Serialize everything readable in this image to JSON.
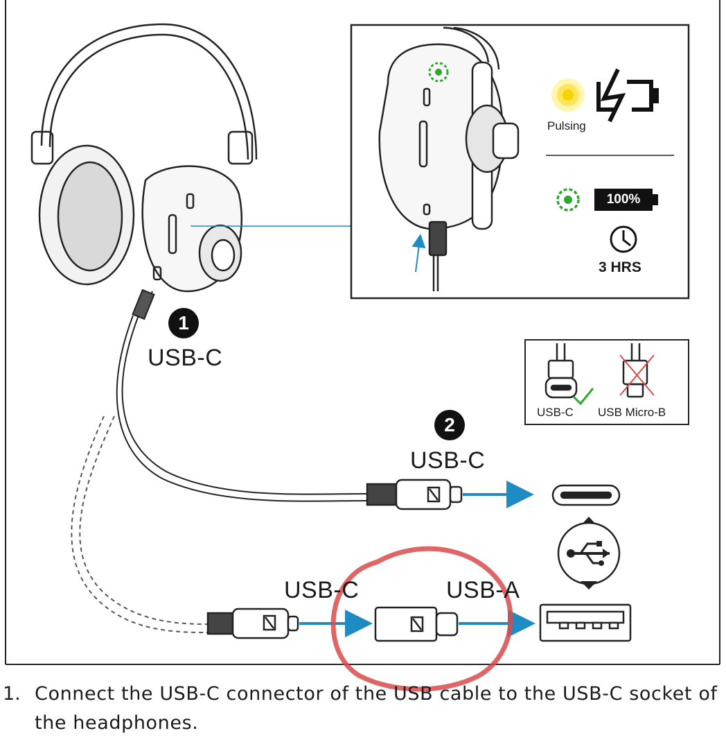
{
  "diagram": {
    "step1": {
      "number": "1",
      "label": "USB-C"
    },
    "step2": {
      "number": "2",
      "label": "USB-C"
    },
    "adapter": {
      "in_label": "USB-C",
      "out_label": "USB-A"
    },
    "inset": {
      "charging_status": "Pulsing",
      "full_status": "100%",
      "charge_time": "3 HRS",
      "charging_led_color": "#f5d400",
      "full_led_color": "#2fa72f"
    },
    "compat": {
      "ok_label": "USB-C",
      "bad_label": "USB Micro-B"
    },
    "colors": {
      "arrow": "#1e8bc3",
      "annotation": "#d94b4b",
      "check": "#2fa72f",
      "cross": "#d94b4b"
    }
  },
  "caption": {
    "number": "1.",
    "text": "Connect the USB-C connector of the USB cable to the USB-C socket of the headphones."
  }
}
